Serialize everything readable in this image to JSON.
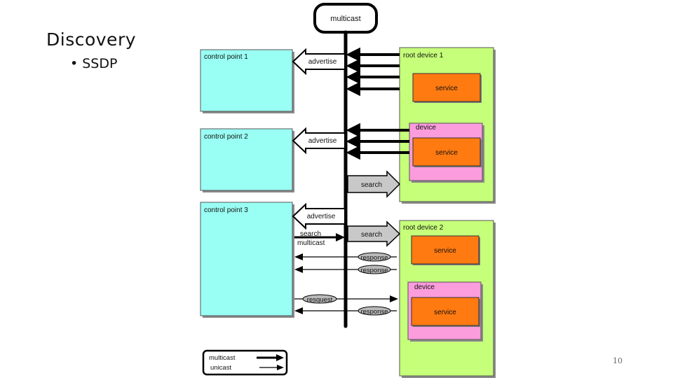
{
  "slide": {
    "title": "Discovery",
    "bullet": "SSDP",
    "page_number": "10"
  },
  "diagram": {
    "bus_label": "multicast",
    "control_points": [
      "control point 1",
      "control point 2",
      "control point 3"
    ],
    "root_devices": [
      "root device 1",
      "root device 2"
    ],
    "device_label": "device",
    "service_label": "service",
    "messages": {
      "advertise": "advertise",
      "search": "search",
      "search_multicast_line1": "search",
      "search_multicast_line2": "multicast",
      "response": "response",
      "request": "resquest"
    },
    "legend": {
      "multicast": "multicast",
      "unicast": "unicast"
    }
  },
  "colors": {
    "control_point": "#99fff4",
    "root_device": "#c6ff7a",
    "device": "#fb9cdc",
    "service": "#ff7a11",
    "search_arrow": "#c8c8c8",
    "response_ellipse": "#b9b9b9"
  }
}
